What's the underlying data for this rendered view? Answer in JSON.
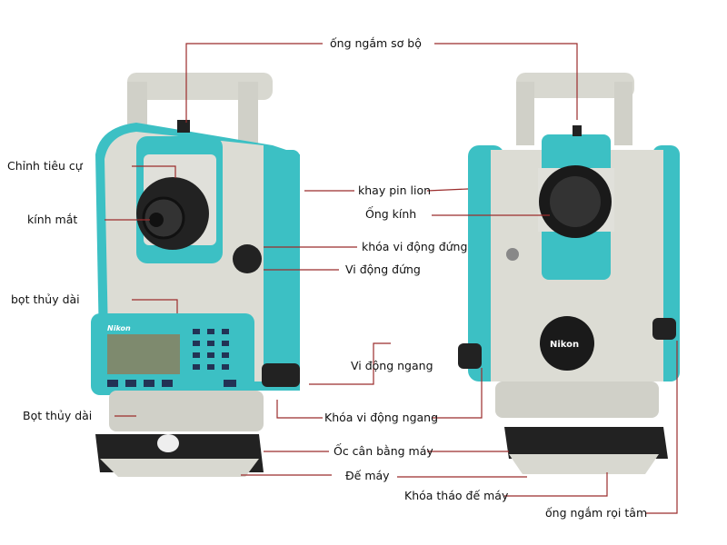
{
  "labels": {
    "sighting_scope": "ống ngắm sơ bộ",
    "focus_adjust": "Chỉnh tiêu cự",
    "eyepiece": "kính mắt",
    "plate_level_upper": "bọt thủy dài",
    "plate_level_lower": "Bọt thủy dài",
    "battery_tray": "khay pin lion",
    "objective_lens": "Ống kính",
    "vertical_clamp": "khóa vi động đứng",
    "vertical_tangent": "Vi động đứng",
    "horizontal_tangent": "Vi động ngang",
    "horizontal_clamp": "Khóa vi động ngang",
    "leveling_screw": "Ốc cân bằng máy",
    "tribrach": "Đế máy",
    "tribrach_lock": "Khóa tháo đế máy",
    "optical_plummet": "ống ngắm rọi tâm"
  },
  "brand": "Nikon",
  "colors": {
    "leader_line": "#9b2c2c",
    "body": "#dcdcd4",
    "accent": "#3cc0c4",
    "dark": "#1e1e1e"
  }
}
